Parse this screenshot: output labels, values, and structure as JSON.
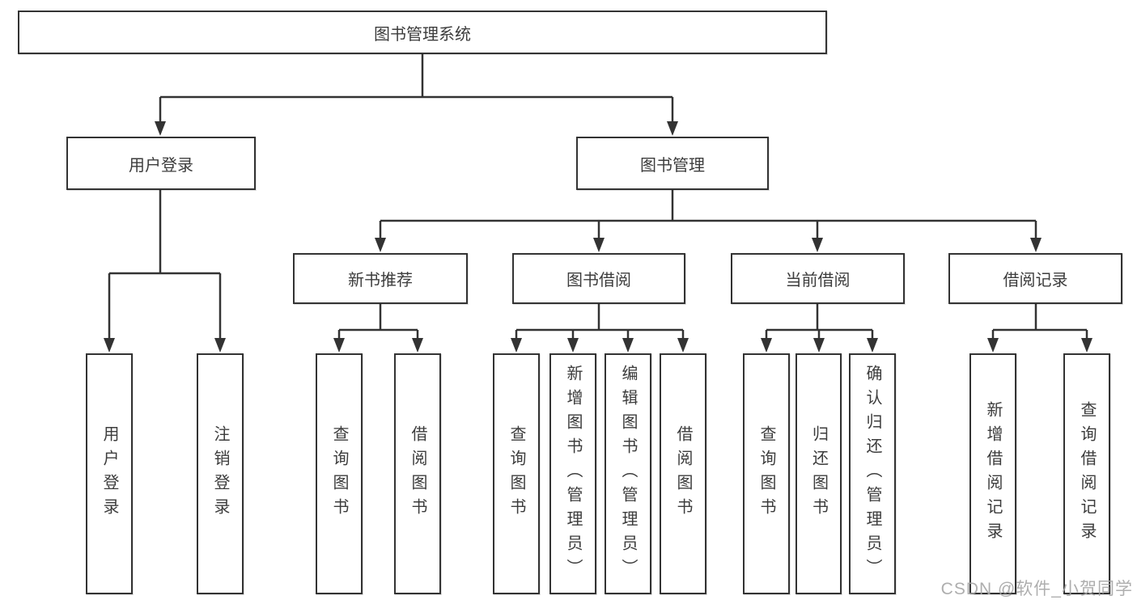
{
  "tree": {
    "root": {
      "label": "图书管理系统"
    },
    "branches": [
      {
        "label": "用户登录",
        "children": [
          {
            "label": "用户登录"
          },
          {
            "label": "注销登录"
          }
        ]
      },
      {
        "label": "图书管理",
        "children": [
          {
            "label": "新书推荐",
            "children": [
              {
                "label": "查询图书"
              },
              {
                "label": "借阅图书"
              }
            ]
          },
          {
            "label": "图书借阅",
            "children": [
              {
                "label": "查询图书"
              },
              {
                "label": "新增图书（管理员）"
              },
              {
                "label": "编辑图书（管理员）"
              },
              {
                "label": "借阅图书"
              }
            ]
          },
          {
            "label": "当前借阅",
            "children": [
              {
                "label": "查询图书"
              },
              {
                "label": "归还图书"
              },
              {
                "label": "确认归还（管理员）"
              }
            ]
          },
          {
            "label": "借阅记录",
            "children": [
              {
                "label": "新增借阅记录"
              },
              {
                "label": "查询借阅记录"
              }
            ]
          }
        ]
      }
    ]
  },
  "watermark": "CSDN @软件_小贺同学",
  "colors": {
    "line": "#333333",
    "text": "#3c3c3c",
    "box_background": "#ffffff",
    "watermark": "#a5a5a5"
  }
}
